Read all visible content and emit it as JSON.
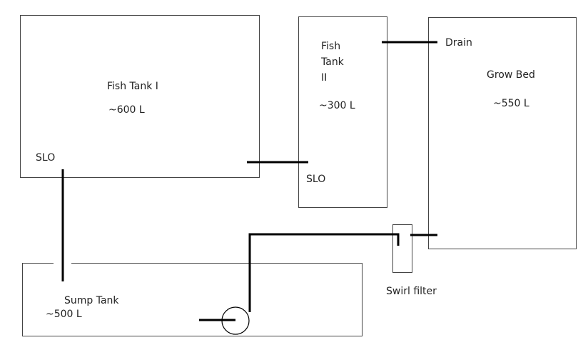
{
  "fish_tank_1": {
    "name": "Fish Tank I",
    "volume": "~600 L",
    "slo": "SLO"
  },
  "fish_tank_2": {
    "name_line1": "Fish",
    "name_line2": "Tank",
    "name_line3": "II",
    "volume": "~300 L",
    "slo": "SLO"
  },
  "grow_bed": {
    "name": "Grow Bed",
    "volume": "~550 L",
    "drain": "Drain"
  },
  "sump_tank": {
    "name": "Sump Tank",
    "volume": "~500 L"
  },
  "swirl_filter": {
    "name": "Swirl filter"
  }
}
